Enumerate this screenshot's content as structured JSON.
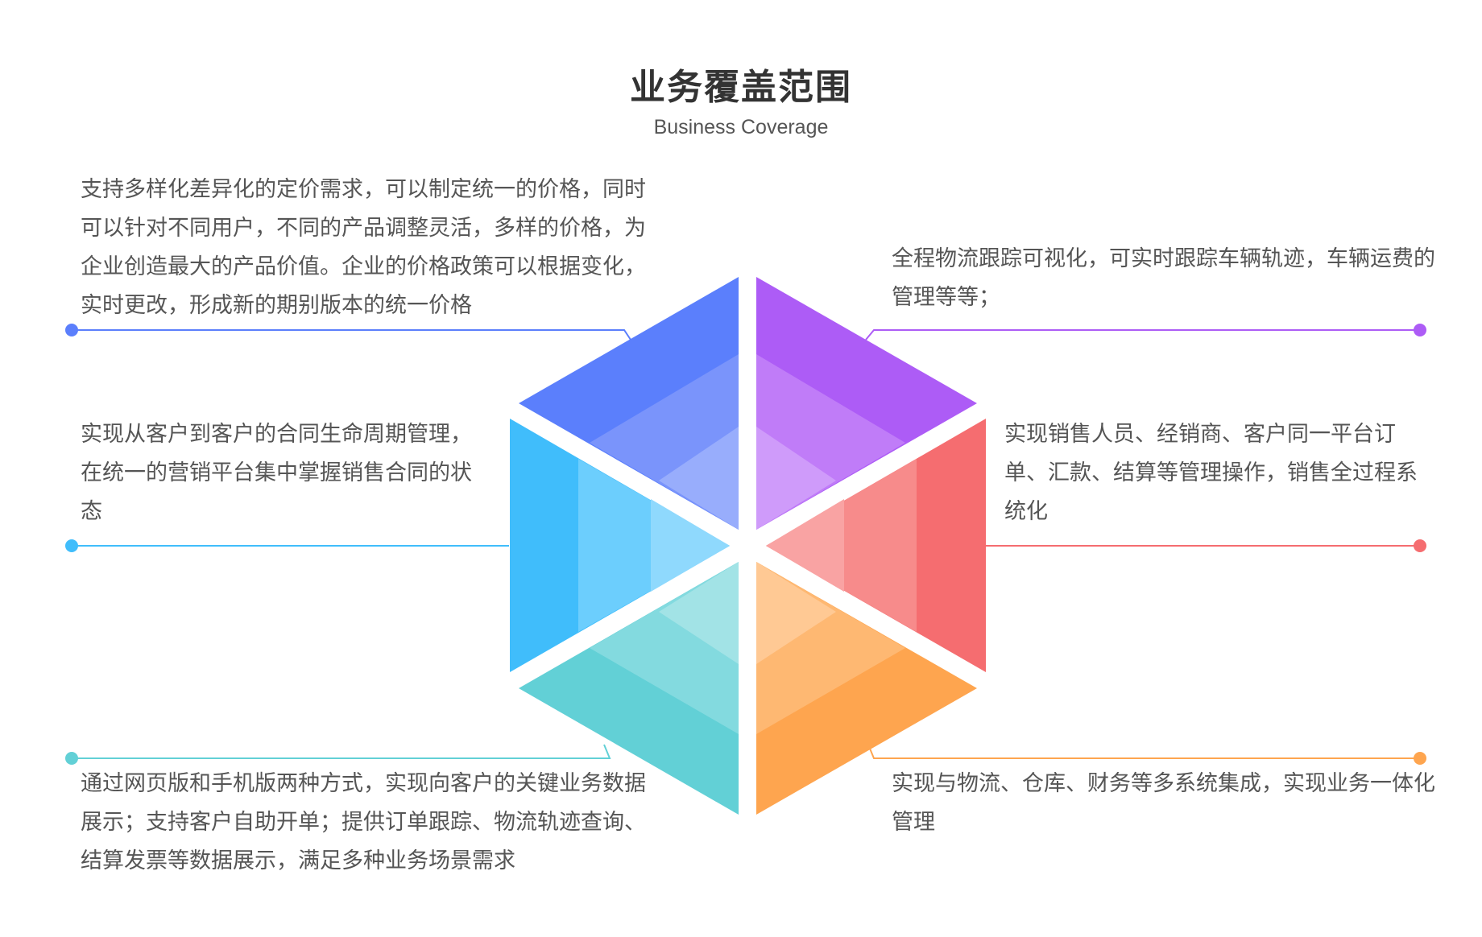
{
  "title": "业务覆盖范围",
  "subtitle": "Business Coverage",
  "items": [
    {
      "text": "支持多样化差异化的定价需求，可以制定统一的价格，同时可以针对不同用户，不同的产品调整灵活，多样的价格，为企业创造最大的产品价值。企业的价格政策可以根据变化，实时更改，形成新的期别版本的统一价格",
      "color": "#5b7ffc"
    },
    {
      "text": "全程物流跟踪可视化，可实时跟踪车辆轨迹，车辆运费的管理等等；",
      "color": "#ad5cf6"
    },
    {
      "text": "实现从客户到客户的合同生命周期管理，在统一的营销平台集中掌握销售合同的状态",
      "color": "#40bdfb"
    },
    {
      "text": "实现销售人员、经销商、客户同一平台订单、汇款、结算等管理操作，销售全过程系统化",
      "color": "#f56d70"
    },
    {
      "text": "通过网页版和手机版两种方式，实现向客户的关键业务数据展示；支持客户自助开单；提供订单跟踪、物流轨迹查询、结算发票等数据展示，满足多种业务场景需求",
      "color": "#62d0d6"
    },
    {
      "text": "实现与物流、仓库、财务等多系统集成，实现业务一体化管理",
      "color": "#fea54f"
    }
  ]
}
